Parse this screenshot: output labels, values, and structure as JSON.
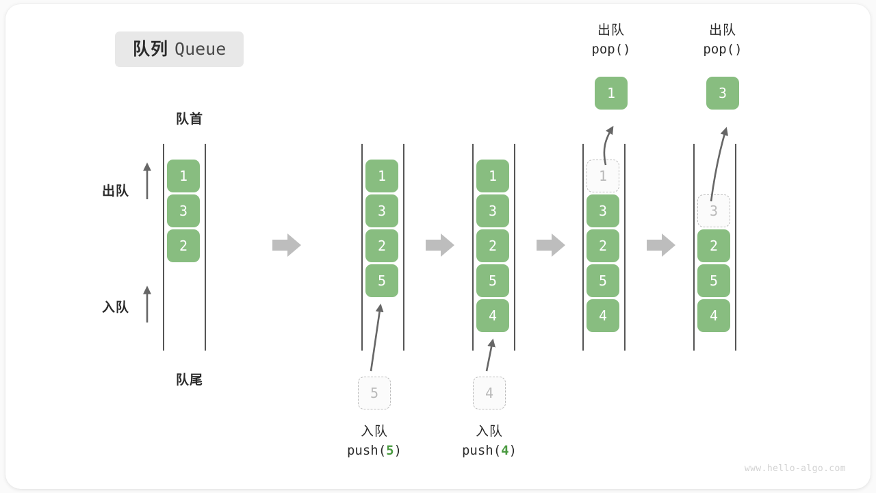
{
  "title": {
    "cn": "队列",
    "en": "Queue"
  },
  "labels": {
    "head": "队首",
    "tail": "队尾",
    "dequeue": "出队",
    "enqueue": "入队"
  },
  "watermark": "www.hello-algo.com",
  "colors": {
    "item_green": "#88bd80",
    "ghost_gray": "#b9b9b9",
    "arrow_gray": "#666666",
    "step_arrow_gray": "#bcbcbc",
    "badge_bg": "#e8e8e8",
    "text_dark": "#2b2b2b",
    "accent_green": "#4a9a40",
    "card_bg": "#ffffff",
    "page_bg": "#fafafa"
  },
  "columns": [
    {
      "id": "initial",
      "items": [
        {
          "value": "1",
          "state": "filled"
        },
        {
          "value": "3",
          "state": "filled"
        },
        {
          "value": "2",
          "state": "filled"
        }
      ]
    },
    {
      "id": "after-push-5",
      "items": [
        {
          "value": "1",
          "state": "filled"
        },
        {
          "value": "3",
          "state": "filled"
        },
        {
          "value": "2",
          "state": "filled"
        },
        {
          "value": "5",
          "state": "filled"
        }
      ],
      "incoming": {
        "value": "5",
        "state": "ghost"
      },
      "caption": {
        "cn": "入队",
        "code_prefix": "push(",
        "code_num": "5",
        "code_suffix": ")"
      }
    },
    {
      "id": "after-push-4",
      "items": [
        {
          "value": "1",
          "state": "filled"
        },
        {
          "value": "3",
          "state": "filled"
        },
        {
          "value": "2",
          "state": "filled"
        },
        {
          "value": "5",
          "state": "filled"
        },
        {
          "value": "4",
          "state": "filled"
        }
      ],
      "incoming": {
        "value": "4",
        "state": "ghost"
      },
      "caption": {
        "cn": "入队",
        "code_prefix": "push(",
        "code_num": "4",
        "code_suffix": ")"
      }
    },
    {
      "id": "after-pop-1",
      "items": [
        {
          "value": "1",
          "state": "ghost"
        },
        {
          "value": "3",
          "state": "filled"
        },
        {
          "value": "2",
          "state": "filled"
        },
        {
          "value": "5",
          "state": "filled"
        },
        {
          "value": "4",
          "state": "filled"
        }
      ],
      "popped": {
        "value": "1",
        "state": "filled"
      },
      "caption": {
        "cn": "出队",
        "code": "pop()"
      }
    },
    {
      "id": "after-pop-3",
      "items": [
        {
          "value": "3",
          "state": "ghost",
          "slot": 1
        },
        {
          "value": "2",
          "state": "filled",
          "slot": 2
        },
        {
          "value": "5",
          "state": "filled",
          "slot": 3
        },
        {
          "value": "4",
          "state": "filled",
          "slot": 4
        }
      ],
      "popped": {
        "value": "3",
        "state": "filled"
      },
      "caption": {
        "cn": "出队",
        "code": "pop()"
      }
    }
  ]
}
